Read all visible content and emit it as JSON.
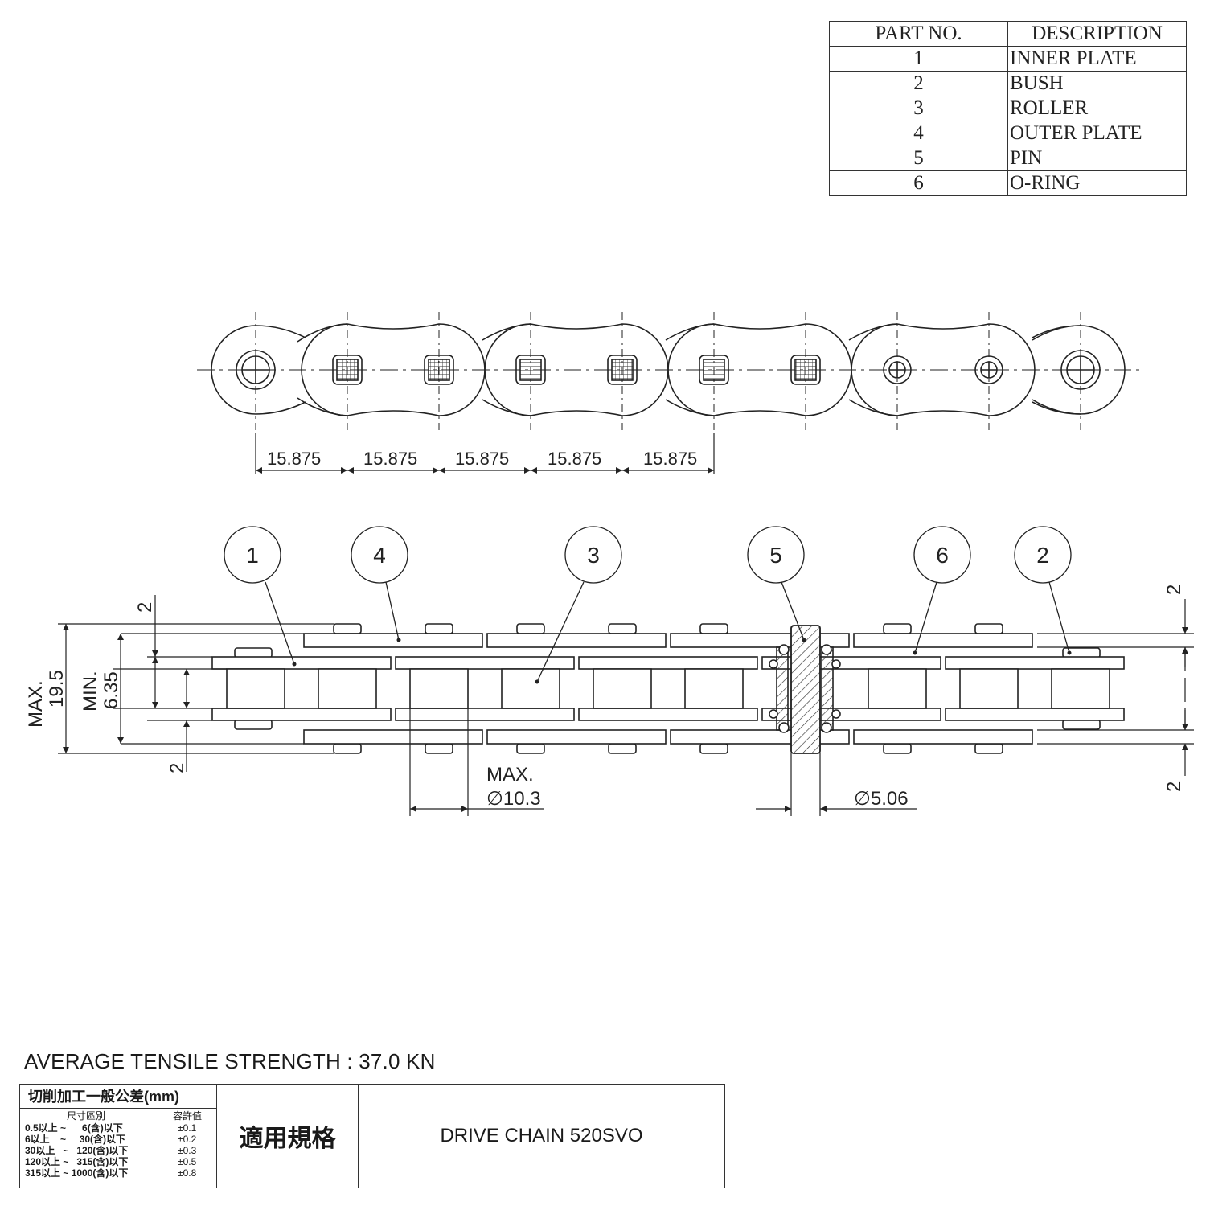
{
  "parts_table": {
    "headers": [
      "PART NO.",
      "DESCRIPTION"
    ],
    "rows": [
      {
        "no": "1",
        "desc": "INNER PLATE"
      },
      {
        "no": "2",
        "desc": "BUSH"
      },
      {
        "no": "3",
        "desc": "ROLLER"
      },
      {
        "no": "4",
        "desc": "OUTER PLATE"
      },
      {
        "no": "5",
        "desc": "PIN"
      },
      {
        "no": "6",
        "desc": "O-RING"
      }
    ]
  },
  "top_view": {
    "pitch_labels": [
      "15.875",
      "15.875",
      "15.875",
      "15.875",
      "15.875"
    ]
  },
  "side_view": {
    "balloons": [
      "1",
      "4",
      "3",
      "5",
      "6",
      "2"
    ],
    "dims": {
      "max_label": "MAX.",
      "max_value": "19.5",
      "min_label": "MIN.",
      "min_value": "6.35",
      "left_plate_top": "2",
      "left_plate_bottom": "2",
      "right_plate_top": "2",
      "right_plate_bottom": "2",
      "roller_label": "MAX.",
      "roller_value": "∅10.3",
      "pin_value": "∅5.06"
    }
  },
  "strength": "AVERAGE TENSILE STRENGTH : 37.0 KN",
  "title_block": {
    "tolerance_title": "切削加工一般公差(mm)",
    "col_range": "尺寸區別",
    "col_tol": "容許值",
    "rows": [
      {
        "range": "0.5以上 ~      6(含)以下",
        "tol": "±0.1"
      },
      {
        "range": "6以上    ~     30(含)以下",
        "tol": "±0.2"
      },
      {
        "range": "30以上   ~   120(含)以下",
        "tol": "±0.3"
      },
      {
        "range": "120以上 ~   315(含)以下",
        "tol": "±0.5"
      },
      {
        "range": "315以上 ~ 1000(含)以下",
        "tol": "±0.8"
      }
    ],
    "applicable": "適用規格",
    "model": "DRIVE CHAIN 520SVO"
  }
}
